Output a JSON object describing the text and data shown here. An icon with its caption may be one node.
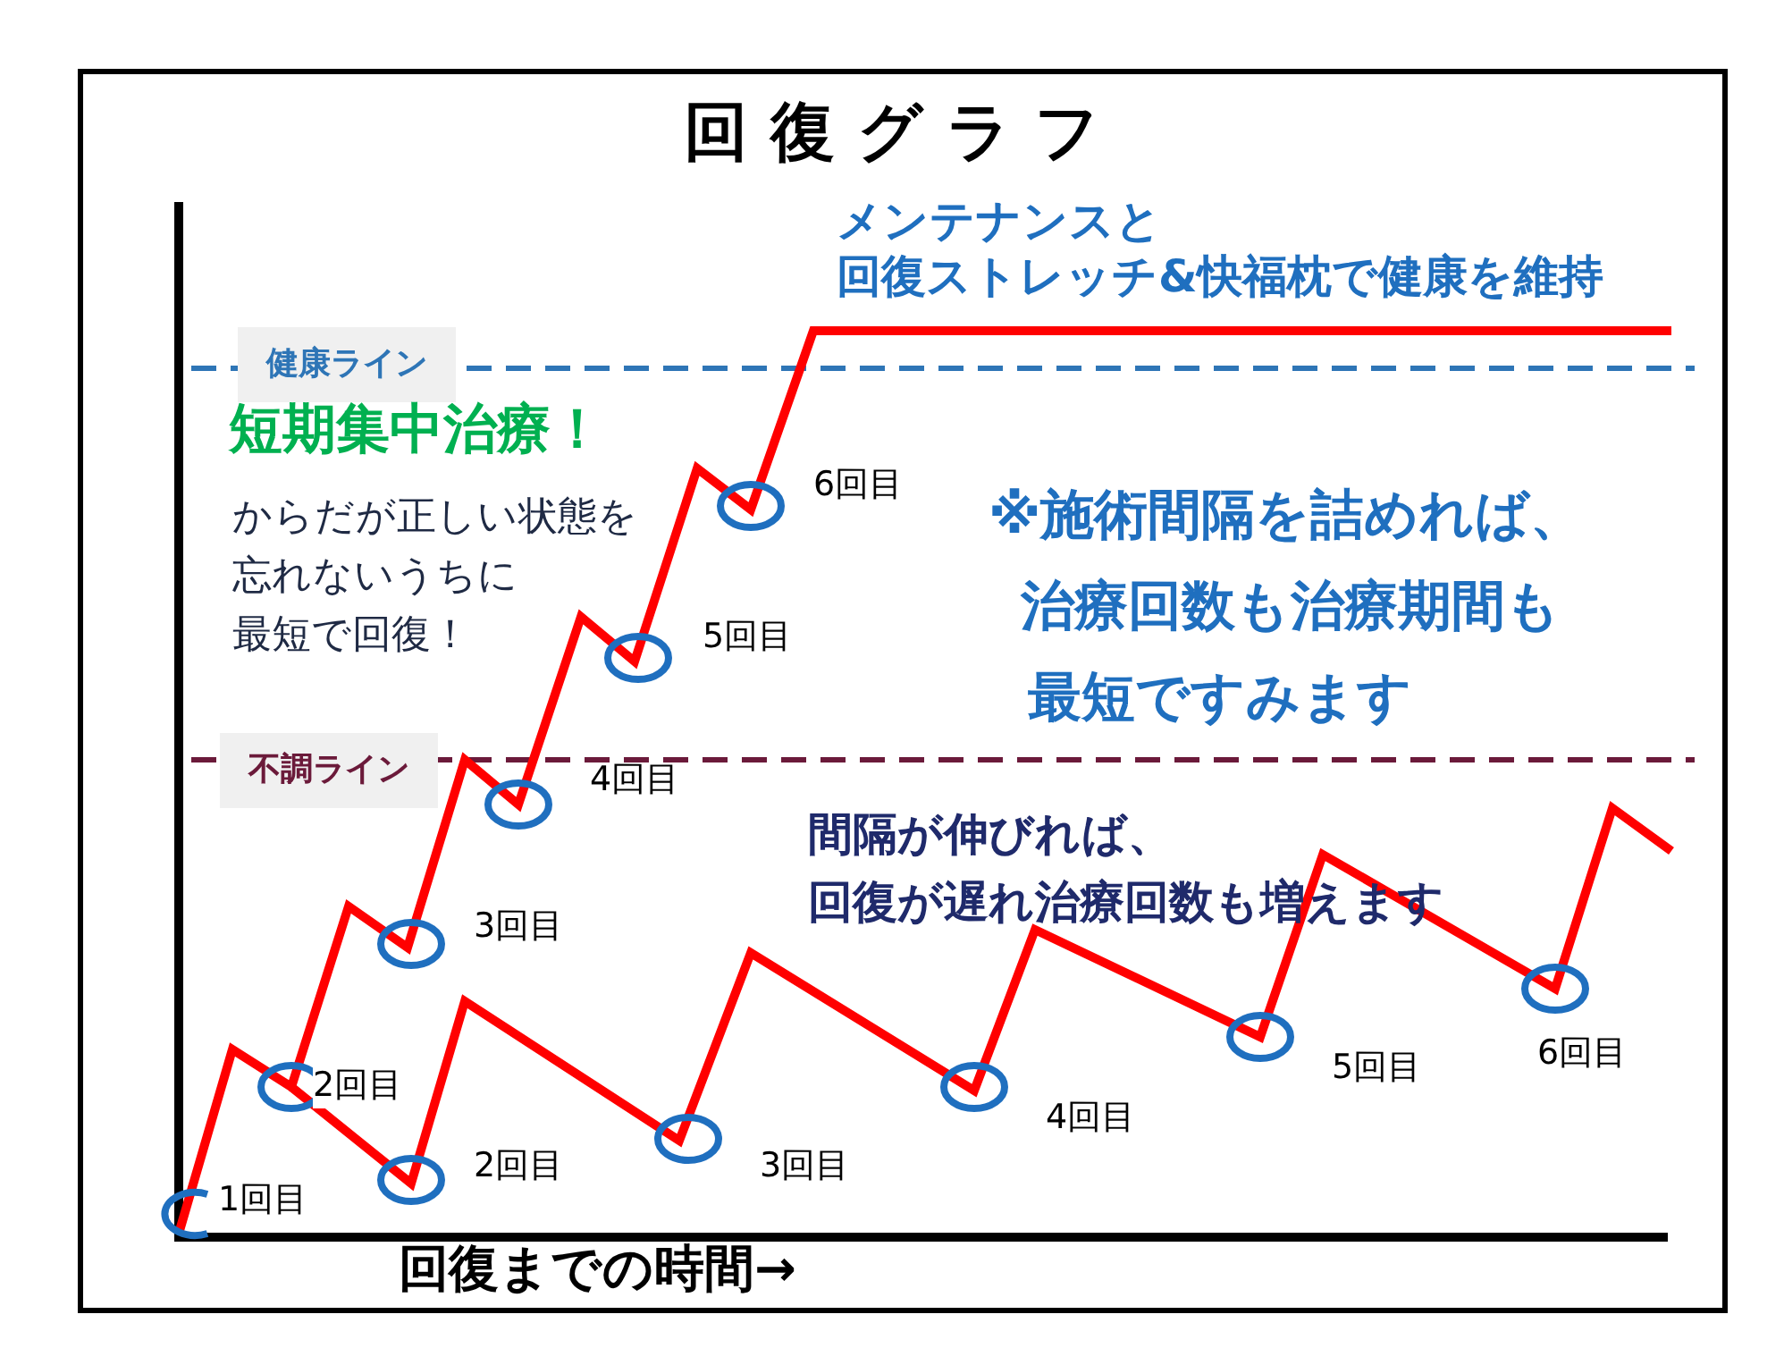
{
  "diagram": {
    "title": "回 復 グ ラ フ",
    "labels": [
      "メンテナンスと回復ストレッチ&快福枕で健康を維持",
      "健康ライン",
      "短期集中治療！",
      "からだが正しい状態を忘れないうちに最短で回復！",
      "6回目",
      "※施術間隔を詰めれば、治療回数も治療期間も最短ですみます",
      "5回目",
      "不調ライン",
      "4回目",
      "間隔が伸びれば、回復が遅れ治療回数も増えます",
      "3回目",
      "2回目",
      "2回目",
      "3回目",
      "4回目",
      "5回目",
      "6回目",
      "1回目",
      "回復までの時間→"
    ]
  }
}
